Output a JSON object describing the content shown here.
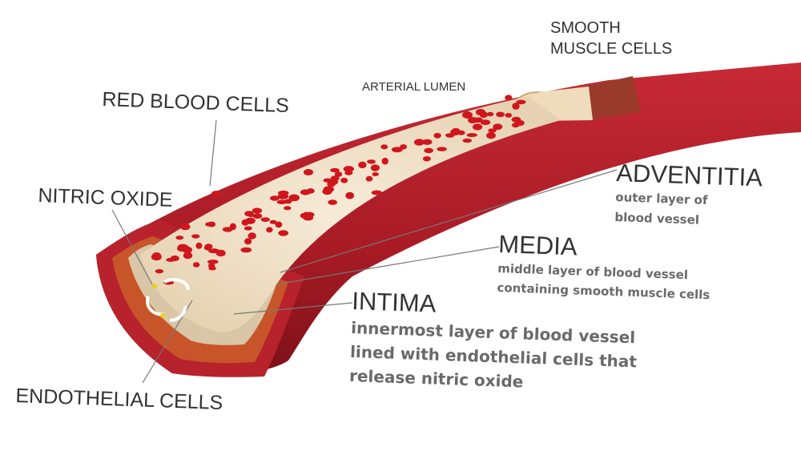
{
  "labels": {
    "smooth_muscle_cells": [
      "SMOOTH",
      "MUSCLE CELLS"
    ],
    "arterial_lumen": "ARTERIAL LUMEN",
    "red_blood_cells": "RED BLOOD CELLS",
    "nitric_oxide": "NITRIC OXIDE",
    "endothelial_cells": "ENDOTHELIAL CELLS",
    "adventitia": {
      "title": "ADVENTITIA",
      "desc": [
        "outer layer of",
        "blood vessel"
      ]
    },
    "media": {
      "title": "MEDIA",
      "desc": [
        "middle layer of blood vessel",
        "containing smooth muscle cells"
      ]
    },
    "intima": {
      "title": "INTIMA",
      "desc": [
        "innermost layer of blood vessel",
        "lined with endothelial cells that",
        "release nitric oxide"
      ]
    }
  },
  "colors": {
    "adventitia": "#b4212b",
    "media": "#c8552a",
    "intima": "#e9dcc4",
    "lumen": "#f0e2cb",
    "blood_cell": "#d0161d",
    "text": "#333333",
    "subtext": "#6a6a6a"
  }
}
